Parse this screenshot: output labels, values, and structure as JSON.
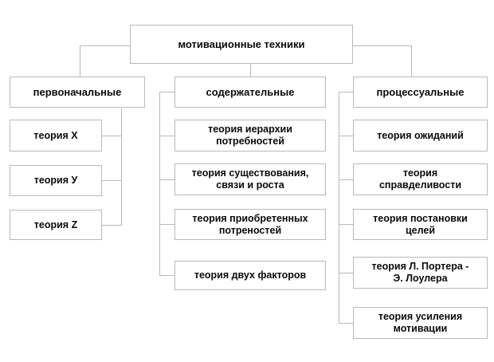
{
  "diagram": {
    "title": "мотивационные техники",
    "root": {
      "label": "мотивационные техники"
    },
    "branches": [
      {
        "head": "первоначальные",
        "children": [
          {
            "label": "теория X"
          },
          {
            "label": "теория У"
          },
          {
            "label": "теория Z"
          }
        ]
      },
      {
        "head": "содержательные",
        "children": [
          {
            "label": "теория иерархии\nпотребностей"
          },
          {
            "label": "теория существования,\nсвязи и роста"
          },
          {
            "label": "теория приобретенных\nпотреностей"
          },
          {
            "label": "теория двух факторов"
          }
        ]
      },
      {
        "head": "процессуальные",
        "children": [
          {
            "label": "теория ожиданий"
          },
          {
            "label": "теория\nсправделивости"
          },
          {
            "label": "теория постановки\nцелей"
          },
          {
            "label": "теория Л. Портера -\nЭ. Лоулера"
          },
          {
            "label": "теория усиления\nмотивации"
          }
        ]
      }
    ],
    "colors": {
      "background": "#ffffff",
      "box_fill": "#ffffff",
      "box_border": "#b9b9b9",
      "connector": "#b9b9b9",
      "text": "#0a0a0a"
    }
  }
}
